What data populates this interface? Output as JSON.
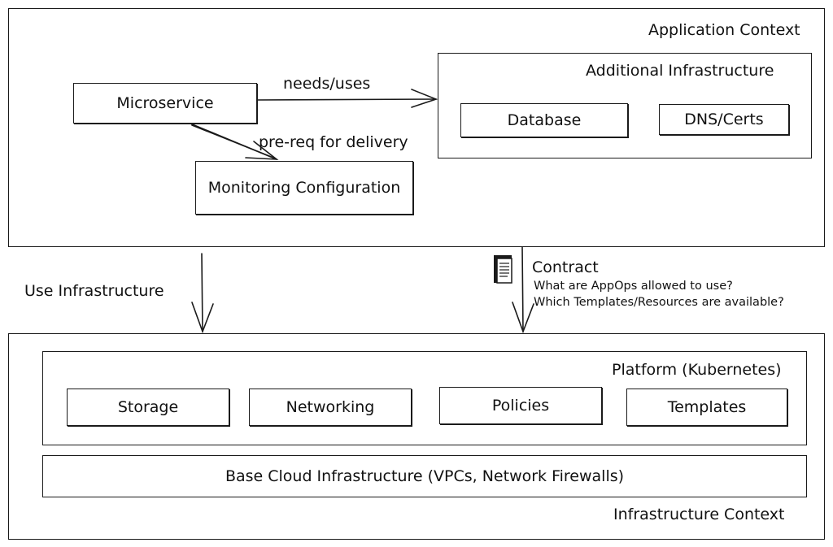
{
  "application_context": {
    "title": "Application Context",
    "microservice": "Microservice",
    "monitoring": "Monitoring Configuration",
    "needs_uses": "needs/uses",
    "prereq": "pre-req for delivery",
    "additional": {
      "title": "Additional Infrastructure",
      "database": "Database",
      "dns": "DNS/Certs"
    }
  },
  "middle": {
    "use_infrastructure": "Use Infrastructure",
    "contract_title": "Contract",
    "contract_q1": "What are AppOps allowed to use?",
    "contract_q2": "Which Templates/Resources are available?",
    "document_icon": "document-icon"
  },
  "infrastructure_context": {
    "title": "Infrastructure Context",
    "platform": {
      "title": "Platform (Kubernetes)",
      "items": [
        "Storage",
        "Networking",
        "Policies",
        "Templates"
      ]
    },
    "base": "Base Cloud Infrastructure (VPCs, Network Firewalls)"
  }
}
